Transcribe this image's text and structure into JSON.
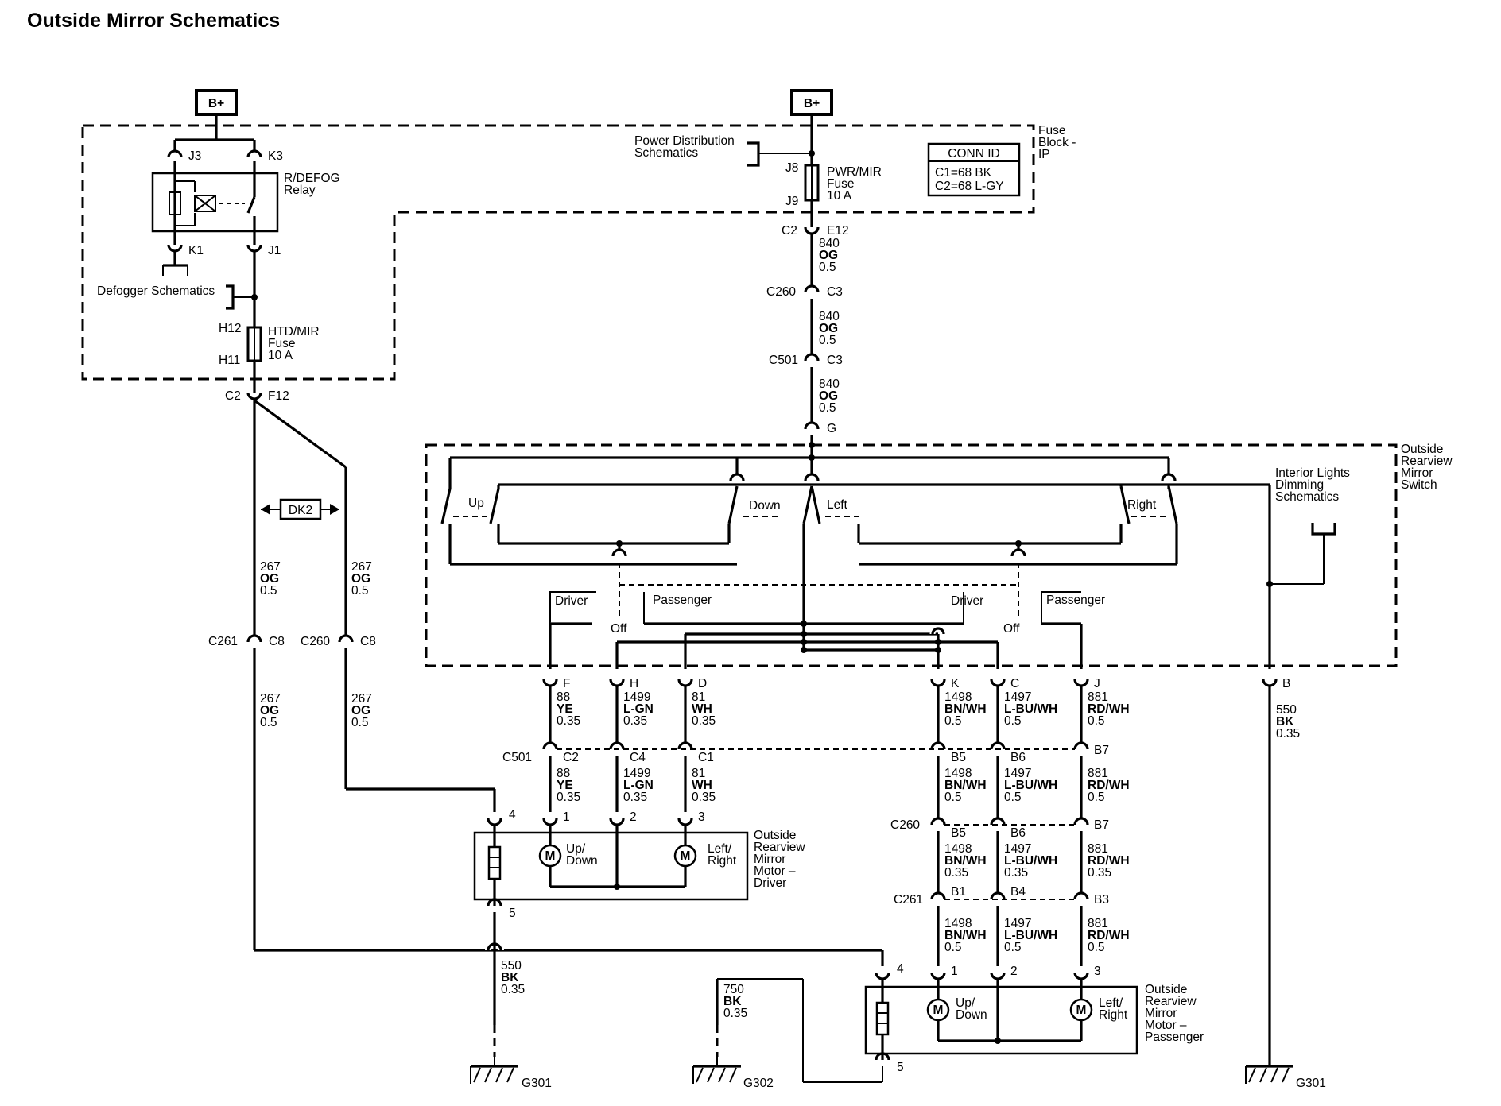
{
  "title": "Outside Mirror Schematics",
  "power": {
    "bplus_left": "B+",
    "bplus_right": "B+"
  },
  "fuse_block": {
    "label_lines": [
      "Fuse",
      "Block -",
      "IP"
    ],
    "conn_id": {
      "header": "CONN ID",
      "c1": "C1=68 BK",
      "c2": "C2=68 L-GY"
    },
    "pins": {
      "j3": "J3",
      "k3": "K3",
      "k1": "K1",
      "j1": "J1",
      "h12": "H12",
      "h11": "H11",
      "j8": "J8",
      "j9": "J9"
    },
    "relay_label_lines": [
      "R/DEFOG",
      "Relay"
    ],
    "defogger_ref": "Defogger Schematics",
    "htd_fuse_lines": [
      "HTD/MIR",
      "Fuse",
      "10 A"
    ],
    "pwr_fuse_lines": [
      "PWR/MIR",
      "Fuse",
      "10 A"
    ],
    "power_dist_lines": [
      "Power Distribution",
      "Schematics"
    ]
  },
  "connectors_top": {
    "left": {
      "conn": "C2",
      "pin": "F12"
    },
    "right_1": {
      "conn": "C2",
      "pin": "E12"
    },
    "right_2": {
      "conn": "C260",
      "pin": "C3"
    },
    "right_3": {
      "conn": "C501",
      "pin": "C3"
    },
    "switch_in": "G"
  },
  "wire_840": [
    "840",
    "OG",
    "0.5"
  ],
  "dk2": "DK2",
  "wire_267_a": [
    "267",
    "OG",
    "0.5"
  ],
  "wire_267_b": [
    "267",
    "OG",
    "0.5"
  ],
  "wire_267_c": [
    "267",
    "OG",
    "0.5"
  ],
  "wire_267_d": [
    "267",
    "OG",
    "0.5"
  ],
  "conn_c261_left": {
    "conn": "C261",
    "pin": "C8"
  },
  "conn_c260_left": {
    "conn": "C260",
    "pin": "C8"
  },
  "switch": {
    "label_lines": [
      "Outside",
      "Rearview",
      "Mirror",
      "Switch"
    ],
    "up": "Up",
    "down": "Down",
    "left": "Left",
    "right": "Right",
    "driver_1": "Driver",
    "passenger_1": "Passenger",
    "off_1": "Off",
    "driver_2": "Driver",
    "passenger_2": "Passenger",
    "off_2": "Off",
    "dimming_lines": [
      "Interior Lights",
      "Dimming",
      "Schematics"
    ]
  },
  "switch_pins": {
    "f": "F",
    "h": "H",
    "d": "D",
    "k": "K",
    "c": "C",
    "j": "J",
    "b": "B"
  },
  "wires_switch_out": {
    "f": [
      "88",
      "YE",
      "0.35"
    ],
    "h": [
      "1499",
      "L-GN",
      "0.35"
    ],
    "d": [
      "81",
      "WH",
      "0.35"
    ],
    "k": [
      "1498",
      "BN/WH",
      "0.5"
    ],
    "c": [
      "1497",
      "L-BU/WH",
      "0.5"
    ],
    "j": [
      "881",
      "RD/WH",
      "0.5"
    ],
    "b": [
      "550",
      "BK",
      "0.35"
    ]
  },
  "c501": {
    "label": "C501",
    "p1": "C2",
    "p2": "C4",
    "p3": "C1",
    "p4": "B5",
    "p5": "B6",
    "p6": "B7"
  },
  "wires_c501_down": {
    "f": [
      "88",
      "YE",
      "0.35"
    ],
    "h": [
      "1499",
      "L-GN",
      "0.35"
    ],
    "d": [
      "81",
      "WH",
      "0.35"
    ],
    "k": [
      "1498",
      "BN/WH",
      "0.5"
    ],
    "c": [
      "1497",
      "L-BU/WH",
      "0.5"
    ],
    "j": [
      "881",
      "RD/WH",
      "0.5"
    ]
  },
  "c260_right": {
    "label": "C260",
    "p1": "B5",
    "p2": "B6",
    "p3": "B7"
  },
  "wires_c260_down": {
    "k": [
      "1498",
      "BN/WH",
      "0.35"
    ],
    "c": [
      "1497",
      "L-BU/WH",
      "0.35"
    ],
    "j": [
      "881",
      "RD/WH",
      "0.35"
    ]
  },
  "c261_right": {
    "label": "C261",
    "p1": "B1",
    "p2": "B4",
    "p3": "B3"
  },
  "wires_c261_down": {
    "k": [
      "1498",
      "BN/WH",
      "0.5"
    ],
    "c": [
      "1497",
      "L-BU/WH",
      "0.5"
    ],
    "j": [
      "881",
      "RD/WH",
      "0.5"
    ]
  },
  "driver_motor": {
    "label_lines": [
      "Outside",
      "Rearview",
      "Mirror",
      "Motor –",
      "Driver"
    ],
    "pins": {
      "p4": "4",
      "p1": "1",
      "p2": "2",
      "p3": "3",
      "p5": "5"
    },
    "m1": "M",
    "m2": "M",
    "updown_lines": [
      "Up/",
      "Down"
    ],
    "leftright_lines": [
      "Left/",
      "Right"
    ]
  },
  "passenger_motor": {
    "label_lines": [
      "Outside",
      "Rearview",
      "Mirror",
      "Motor –",
      "Passenger"
    ],
    "pins": {
      "p4": "4",
      "p1": "1",
      "p2": "2",
      "p3": "3",
      "p5": "5"
    },
    "m1": "M",
    "m2": "M",
    "updown_lines": [
      "Up/",
      "Down"
    ],
    "leftright_lines": [
      "Left/",
      "Right"
    ]
  },
  "ground_wire_550": [
    "550",
    "BK",
    "0.35"
  ],
  "ground_wire_750": [
    "750",
    "BK",
    "0.35"
  ],
  "grounds": {
    "g1": "G301",
    "g2": "G302",
    "g3": "G301"
  }
}
